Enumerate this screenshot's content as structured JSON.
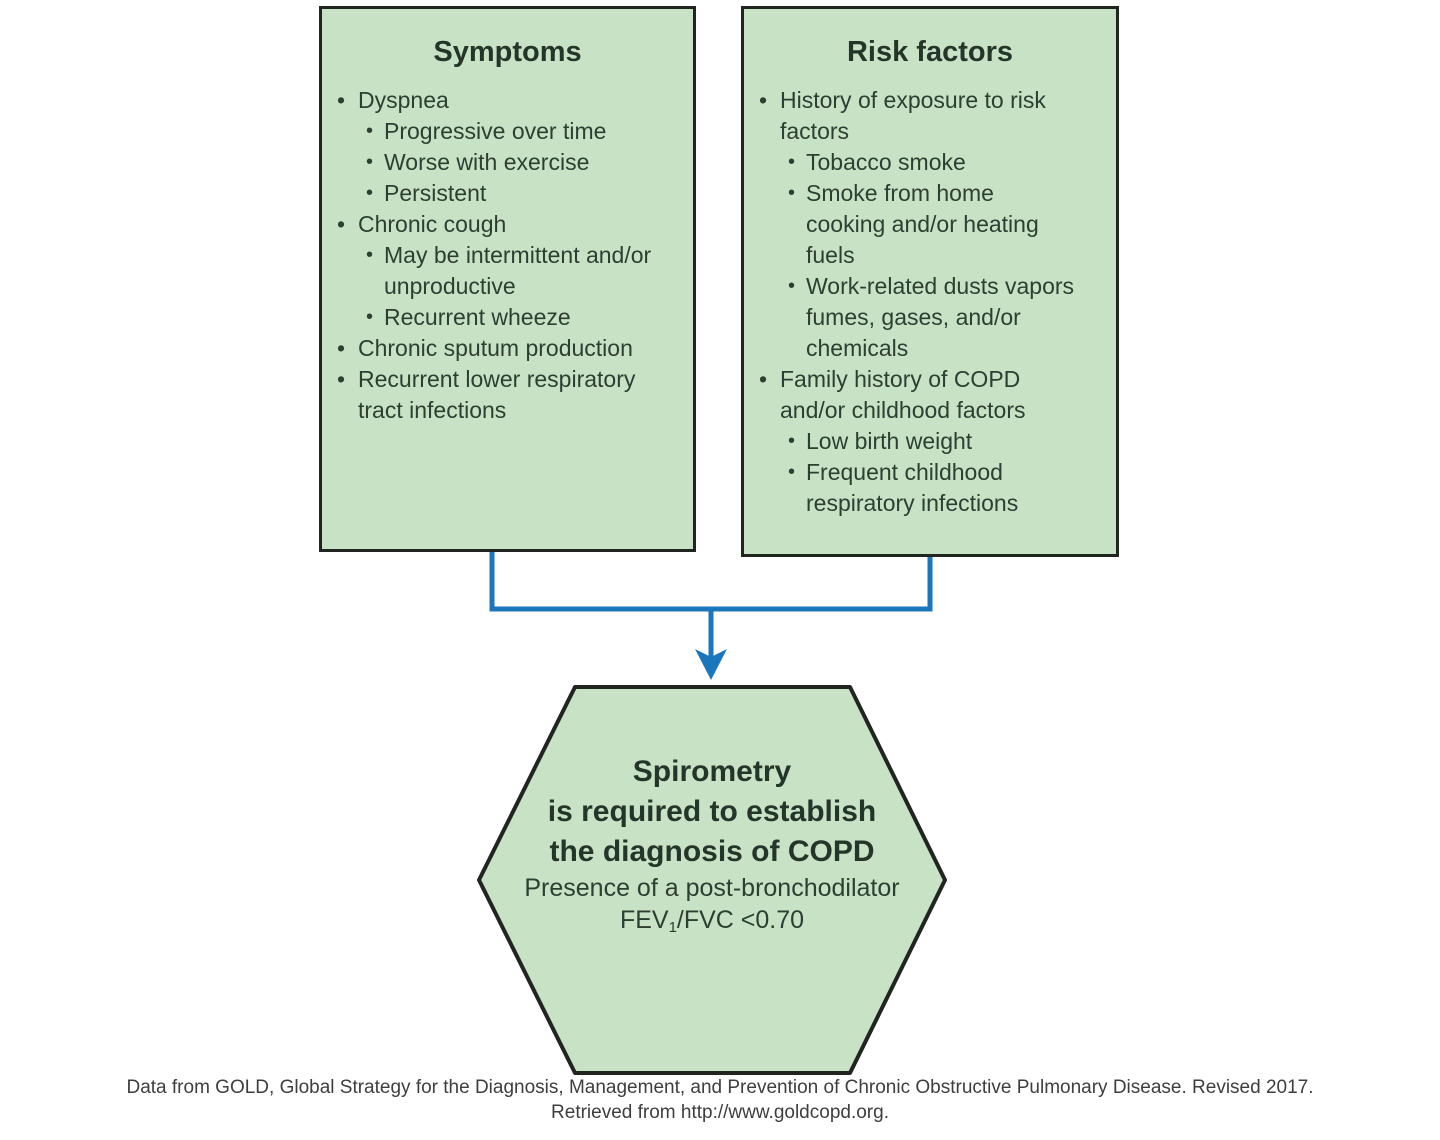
{
  "colors": {
    "box_fill": "#c8e2c6",
    "box_border": "#20261f",
    "connector_blue": "#1b76bc",
    "title_text": "#24362a",
    "body_text": "#2c3f31",
    "caption_text": "#3e3e3e"
  },
  "glyphs": {
    "bullet": "•"
  },
  "boxes": {
    "symptoms": {
      "title": "Symptoms",
      "items": [
        {
          "level": 1,
          "text": "Dyspnea"
        },
        {
          "level": 2,
          "text": "Progressive over time"
        },
        {
          "level": 2,
          "text": "Worse with exercise"
        },
        {
          "level": 2,
          "text": "Persistent"
        },
        {
          "level": 1,
          "text": "Chronic cough"
        },
        {
          "level": 2,
          "text": "May be intermittent and/or\nunproductive"
        },
        {
          "level": 2,
          "text": "Recurrent wheeze"
        },
        {
          "level": 1,
          "text": "Chronic sputum production"
        },
        {
          "level": 1,
          "text": "Recurrent lower respiratory\ntract infections"
        }
      ]
    },
    "risk_factors": {
      "title": "Risk factors",
      "items": [
        {
          "level": 1,
          "text": "History of exposure to risk\nfactors"
        },
        {
          "level": 2,
          "text": "Tobacco smoke"
        },
        {
          "level": 2,
          "text": "Smoke from home\ncooking and/or heating\nfuels"
        },
        {
          "level": 2,
          "text": "Work-related dusts vapors\nfumes, gases, and/or\nchemicals"
        },
        {
          "level": 1,
          "text": "Family history of COPD\nand/or childhood factors"
        },
        {
          "level": 2,
          "text": "Low birth weight"
        },
        {
          "level": 2,
          "text": "Frequent childhood\nrespiratory infections"
        }
      ]
    }
  },
  "hexagon": {
    "bold_lines": [
      "Spirometry",
      "is required to establish",
      "the diagnosis of COPD"
    ],
    "subtext_line": "Presence of a post-bronchodilator",
    "formula": {
      "prefix": "FEV",
      "sub": "1",
      "suffix": "/FVC <0.70"
    }
  },
  "caption": {
    "line1": "Data from GOLD, Global Strategy for the Diagnosis, Management, and Prevention of Chronic Obstructive Pulmonary Disease. Revised 2017.",
    "line2": "Retrieved from http://www.goldcopd.org."
  }
}
